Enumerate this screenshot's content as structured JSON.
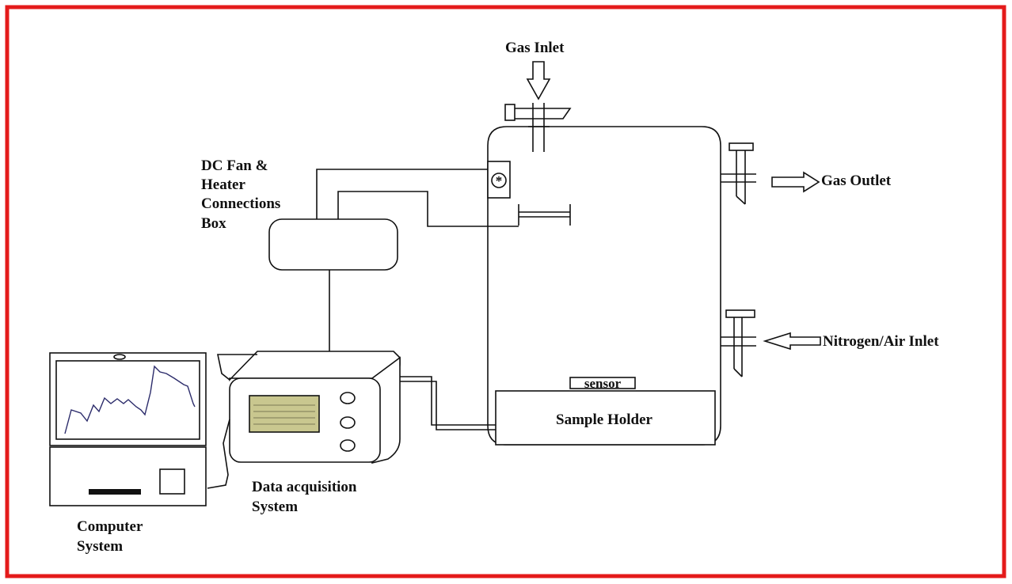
{
  "labels": {
    "gas_inlet": "Gas Inlet",
    "gas_outlet": "Gas Outlet",
    "nitrogen_inlet": "Nitrogen/Air Inlet",
    "dc_fan_line1": "DC Fan &",
    "dc_fan_line2": "Heater",
    "dc_fan_line3": "Connections",
    "dc_fan_line4": "Box",
    "sensor": "sensor",
    "sample_holder": "Sample Holder",
    "daq_line1": "Data acquisition",
    "daq_line2": "System",
    "computer_line1": "Computer",
    "computer_line2": "System"
  },
  "colors": {
    "frame": "#e41b1b",
    "line": "#111111",
    "daq_screen": "#c9c78f"
  }
}
